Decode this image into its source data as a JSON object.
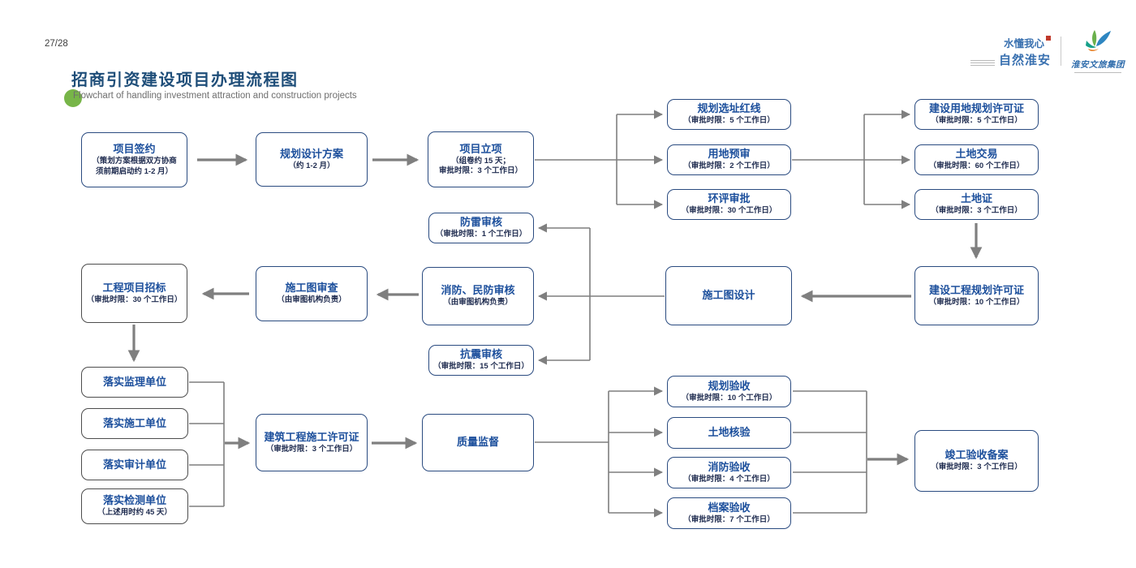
{
  "page": {
    "number": "27/28"
  },
  "header": {
    "title": "招商引资建设项目办理流程图",
    "subtitle": "Flowchart of handling investment attraction and construction projects"
  },
  "brand": {
    "slogan_line1": "水懂我心",
    "slogan_line2": "自然淮安",
    "company": "淮安文旅集团"
  },
  "colors": {
    "heading": "#1f4e79",
    "green": "#77b548",
    "navy_border": "#2a4b80",
    "gray_border": "#4d4d4d",
    "title_blue": "#1c4f9c",
    "sub_navy": "#1e2b4f",
    "arrow": "#7f7f7f"
  },
  "flowchart": {
    "boxes": [
      {
        "id": "sign",
        "title": "项目签约",
        "sub": "（策划方案根据双方协商\n须前期启动约 1-2 月）"
      },
      {
        "id": "plan_design",
        "title": "规划设计方案",
        "sub": "（约 1-2 月）"
      },
      {
        "id": "approval",
        "title": "项目立项",
        "sub": "（组卷约 15 天；\n审批时限：3 个工作日）"
      },
      {
        "id": "red_line",
        "title": "规划选址红线",
        "sub": "（审批时限：5 个工作日）"
      },
      {
        "id": "land_pre",
        "title": "用地预审",
        "sub": "（审批时限：2 个工作日）"
      },
      {
        "id": "env",
        "title": "环评审批",
        "sub": "（审批时限：30 个工作日）"
      },
      {
        "id": "land_permit",
        "title": "建设用地规划许可证",
        "sub": "（审批时限：5 个工作日）"
      },
      {
        "id": "land_trade",
        "title": "土地交易",
        "sub": "（审批时限：60 个工作日）"
      },
      {
        "id": "land_cert",
        "title": "土地证",
        "sub": "（审批时限：3 个工作日）"
      },
      {
        "id": "lightning",
        "title": "防雷审核",
        "sub": "（审批时限：1 个工作日）"
      },
      {
        "id": "fire_civil",
        "title": "消防、民防审核",
        "sub": "（由审图机构负责）"
      },
      {
        "id": "seismic",
        "title": "抗震审核",
        "sub": "（审批时限：15 个工作日）"
      },
      {
        "id": "drawing_review",
        "title": "施工图审查",
        "sub": "（由审图机构负责）"
      },
      {
        "id": "tender",
        "title": "工程项目招标",
        "sub": "（审批时限：30 个工作日）",
        "variant": "gray"
      },
      {
        "id": "drawing_design",
        "title": "施工图设计"
      },
      {
        "id": "project_permit",
        "title": "建设工程规划许可证",
        "sub": "（审批时限：10 个工作日）"
      },
      {
        "id": "supervisor",
        "title": "落实监理单位",
        "variant": "gray"
      },
      {
        "id": "constructor",
        "title": "落实施工单位",
        "variant": "gray"
      },
      {
        "id": "auditor",
        "title": "落实审计单位",
        "variant": "gray"
      },
      {
        "id": "inspector",
        "title": "落实检测单位",
        "sub": "（上述用时约 45 天）",
        "variant": "gray"
      },
      {
        "id": "construction_permit",
        "title": "建筑工程施工许可证",
        "sub": "（审批时限：3 个工作日）"
      },
      {
        "id": "quality",
        "title": "质量监督"
      },
      {
        "id": "plan_check",
        "title": "规划验收",
        "sub": "（审批时限：10 个工作日）"
      },
      {
        "id": "land_check",
        "title": "土地核验"
      },
      {
        "id": "fire_check",
        "title": "消防验收",
        "sub": "（审批时限：4 个工作日）"
      },
      {
        "id": "archive_check",
        "title": "档案验收",
        "sub": "（审批时限：7 个工作日）"
      },
      {
        "id": "completion",
        "title": "竣工验收备案",
        "sub": "（审批时限：3 个工作日）"
      }
    ]
  }
}
